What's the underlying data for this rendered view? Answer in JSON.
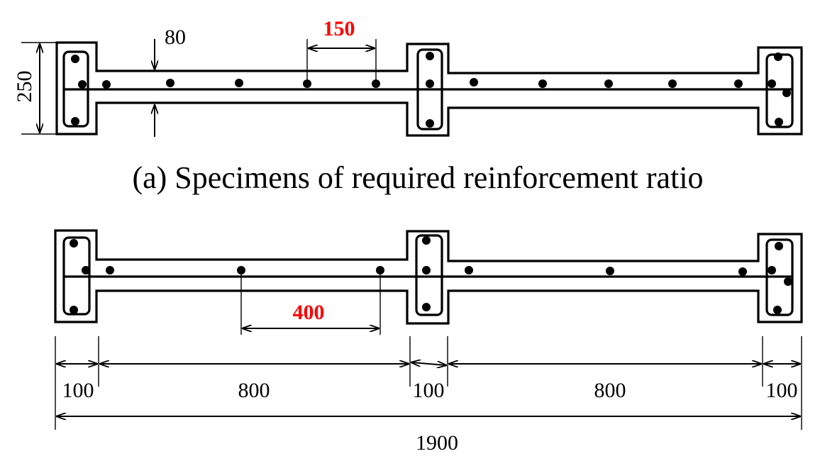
{
  "labels": {
    "height": "250",
    "thickness": "80",
    "spacing_a": "150",
    "caption_a": "(a) Specimens of required reinforcement ratio",
    "spacing_b": "400",
    "seg1": "100",
    "seg2": "800",
    "seg3": "100",
    "seg4": "800",
    "seg5": "100",
    "total": "1900"
  },
  "colors": {
    "line": "#000000",
    "highlight": "#ff0000"
  }
}
